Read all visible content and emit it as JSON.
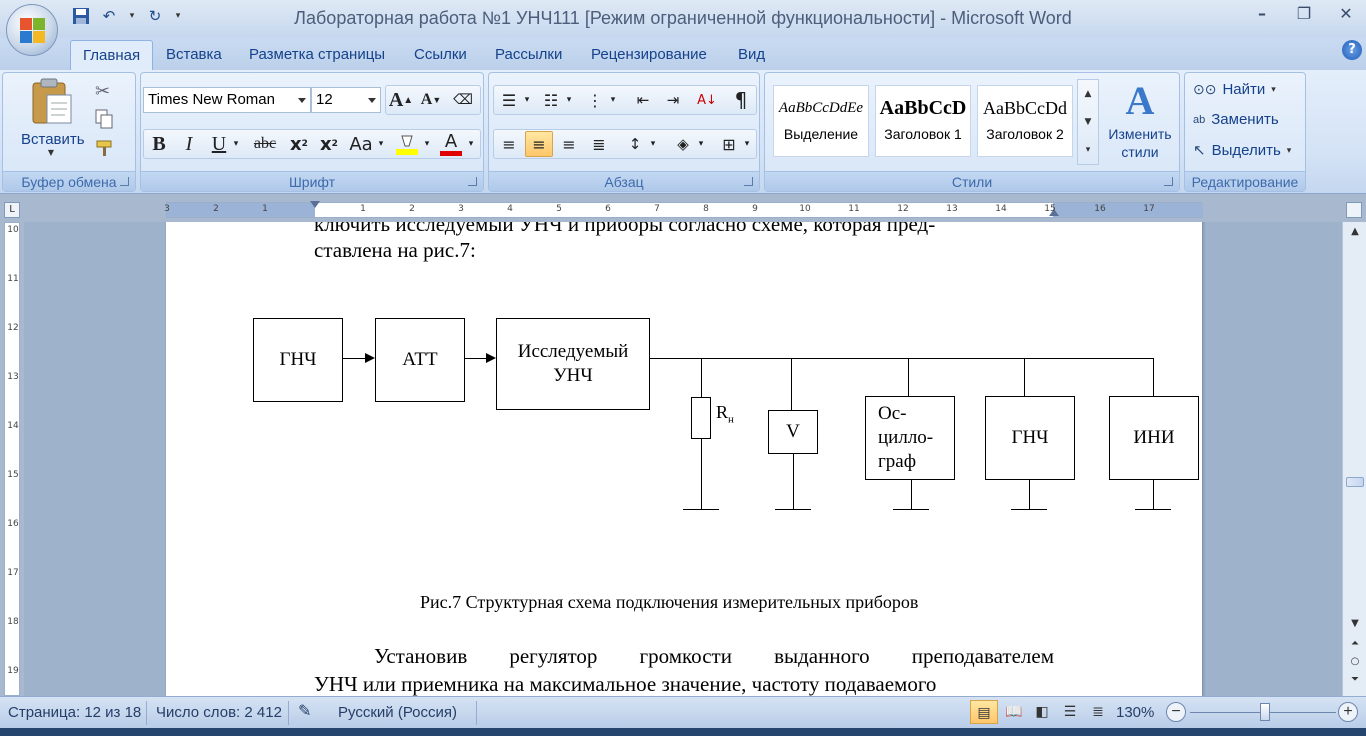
{
  "app": {
    "title": "Лабораторная работа №1 УНЧ111 [Режим ограниченной функциональности] - Microsoft Word"
  },
  "tabs": [
    "Главная",
    "Вставка",
    "Разметка страницы",
    "Ссылки",
    "Рассылки",
    "Рецензирование",
    "Вид"
  ],
  "ribbon": {
    "clipboard": {
      "label": "Буфер обмена",
      "paste_label": "Вставить"
    },
    "font": {
      "label": "Шрифт",
      "font_name": "Times New Roman",
      "font_size": "12"
    },
    "paragraph": {
      "label": "Абзац"
    },
    "styles": {
      "label": "Стили",
      "items": [
        {
          "sample": "AaBbCcDdEe",
          "name": "Выделение"
        },
        {
          "sample": "AaBbCcD",
          "name": "Заголовок 1"
        },
        {
          "sample": "AaBbCcDd",
          "name": "Заголовок 2"
        }
      ],
      "change_styles": "Изменить стили"
    },
    "editing": {
      "label": "Редактирование",
      "find": "Найти",
      "replace": "Заменить",
      "select": "Выделить"
    }
  },
  "ruler": {
    "h_ticks": [
      "3",
      "2",
      "1",
      "1",
      "2",
      "3",
      "4",
      "5",
      "6",
      "7",
      "8",
      "9",
      "10",
      "11",
      "12",
      "13",
      "14",
      "15",
      "16",
      "17"
    ],
    "v_ticks": [
      "10",
      "11",
      "12",
      "13",
      "14",
      "15",
      "16",
      "17",
      "18",
      "19"
    ]
  },
  "document": {
    "line1": "ключить исследуемый УНЧ и приборы согласно схеме, которая пред-",
    "line2": "ставлена на рис.7:",
    "diagram": {
      "gnch1": "ГНЧ",
      "att": "АТТ",
      "unch_line1": "Исследуемый",
      "unch_line2": "УНЧ",
      "rn": "R",
      "rn_sub": "н",
      "v": "V",
      "osc_line1": "Ос-",
      "osc_line2": "цилло-",
      "osc_line3": "граф",
      "gnch2": "ГНЧ",
      "ini": "ИНИ"
    },
    "caption": "Рис.7 Структурная схема подключения измерительных приборов",
    "para_line1": "Установив регулятор громкости выданного преподавателем",
    "para_line2": "УНЧ или приемника на максимальное значение, частоту подаваемого"
  },
  "status": {
    "page": "Страница: 12 из 18",
    "words": "Число слов: 2 412",
    "language": "Русский (Россия)",
    "zoom": "130%"
  },
  "colors": {
    "ribbon_bg": "#d3e2f5",
    "accent": "#15428b",
    "highlight": "#ffff00",
    "font_color": "#e00000"
  }
}
